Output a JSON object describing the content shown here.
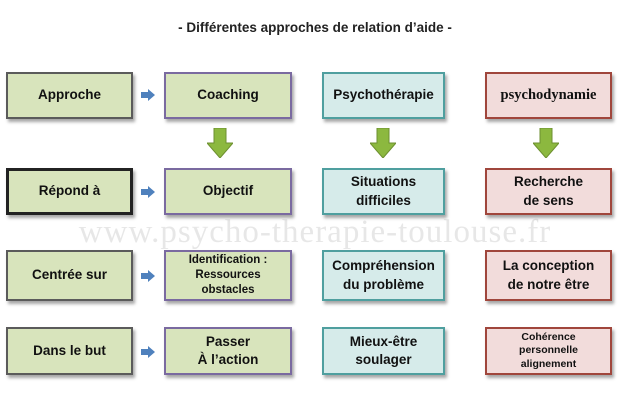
{
  "title": "- Différentes approches de relation d’aide -",
  "watermark": "www.psycho-therapie-toulouse.fr",
  "rows": [
    {
      "label": "Approche",
      "col2": "Coaching",
      "col3": "Psychothérapie",
      "col4": "psychodynamie"
    },
    {
      "label": "Répond à",
      "col2": "Objectif",
      "col3": "Situations\ndifficiles",
      "col4": "Recherche\nde sens"
    },
    {
      "label": "Centrée sur",
      "col2": "Identification :\nRessources\nobstacles",
      "col3": "Compréhension\ndu problème",
      "col4": "La conception\nde notre être"
    },
    {
      "label": "Dans le but",
      "col2": "Passer\nÀ l’action",
      "col3": "Mieux-être\nsoulager",
      "col4": "Cohérence\npersonnelle\nalignement"
    }
  ],
  "colors": {
    "green_fill": "#d8e4bc",
    "teal_fill": "#d6ebea",
    "pink_fill": "#f2dcdb",
    "arrow_green": "#8cb83f",
    "arrow_blue": "#4f81bd"
  }
}
